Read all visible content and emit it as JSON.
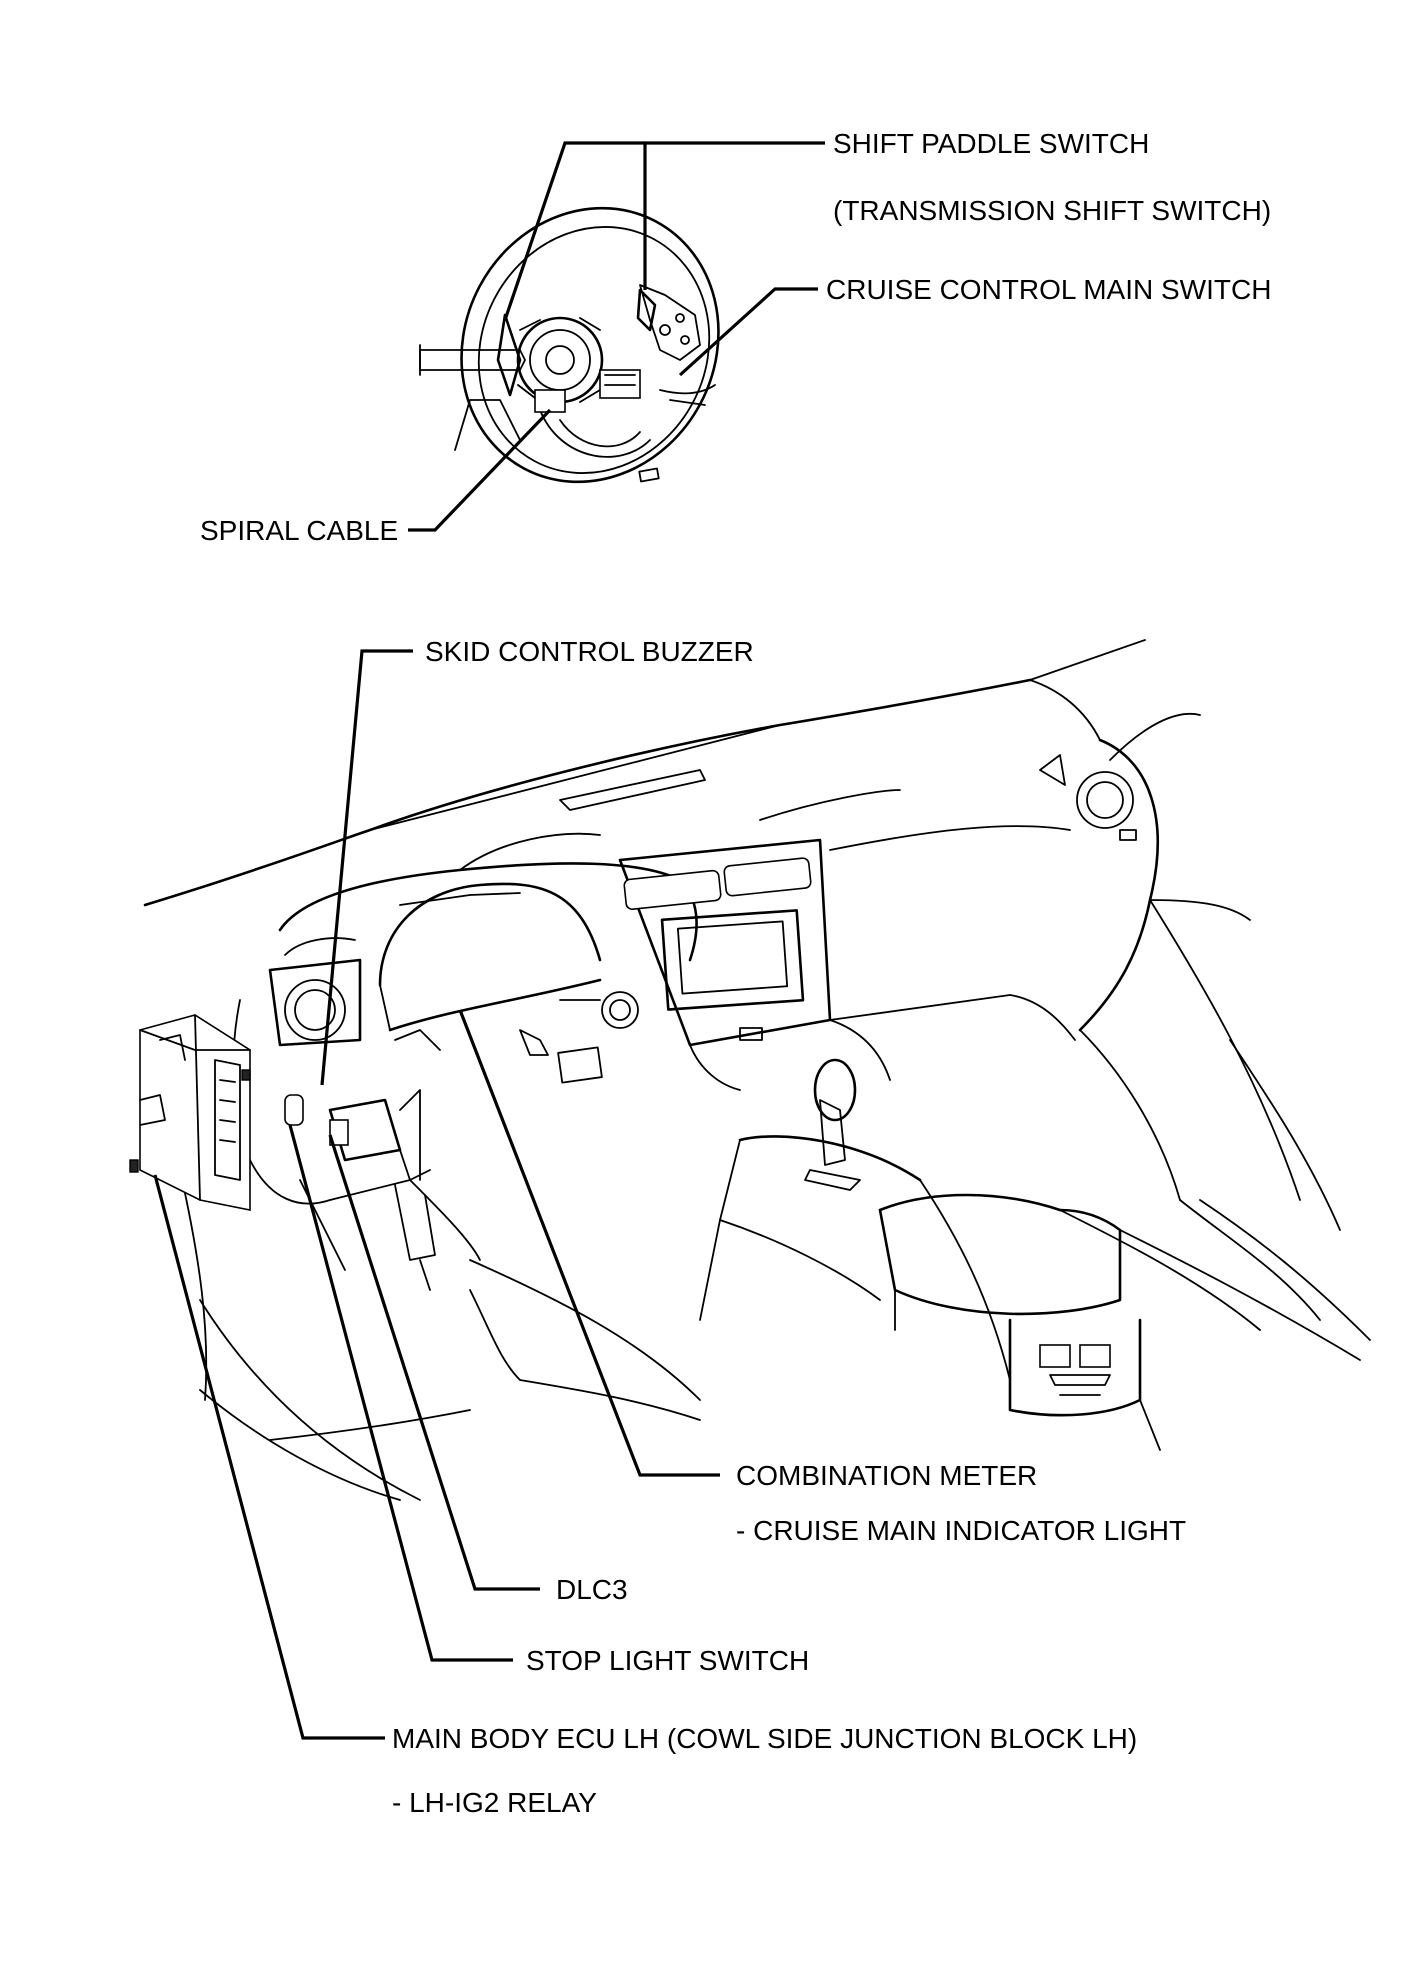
{
  "colors": {
    "line": "#000000",
    "background": "#ffffff"
  },
  "labels": {
    "shift_paddle_switch": "SHIFT PADDLE SWITCH",
    "transmission_shift_switch": "(TRANSMISSION SHIFT SWITCH)",
    "cruise_control_main_switch": "CRUISE CONTROL MAIN SWITCH",
    "spiral_cable": "SPIRAL CABLE",
    "skid_control_buzzer": "SKID CONTROL BUZZER",
    "combination_meter": "COMBINATION METER",
    "cruise_main_indicator_light": "- CRUISE MAIN INDICATOR LIGHT",
    "dlc3": "DLC3",
    "stop_light_switch": "STOP LIGHT SWITCH",
    "main_body_ecu_lh": "MAIN BODY ECU LH (COWL SIDE JUNCTION BLOCK LH)",
    "lh_ig2_relay": "- LH-IG2 RELAY"
  }
}
